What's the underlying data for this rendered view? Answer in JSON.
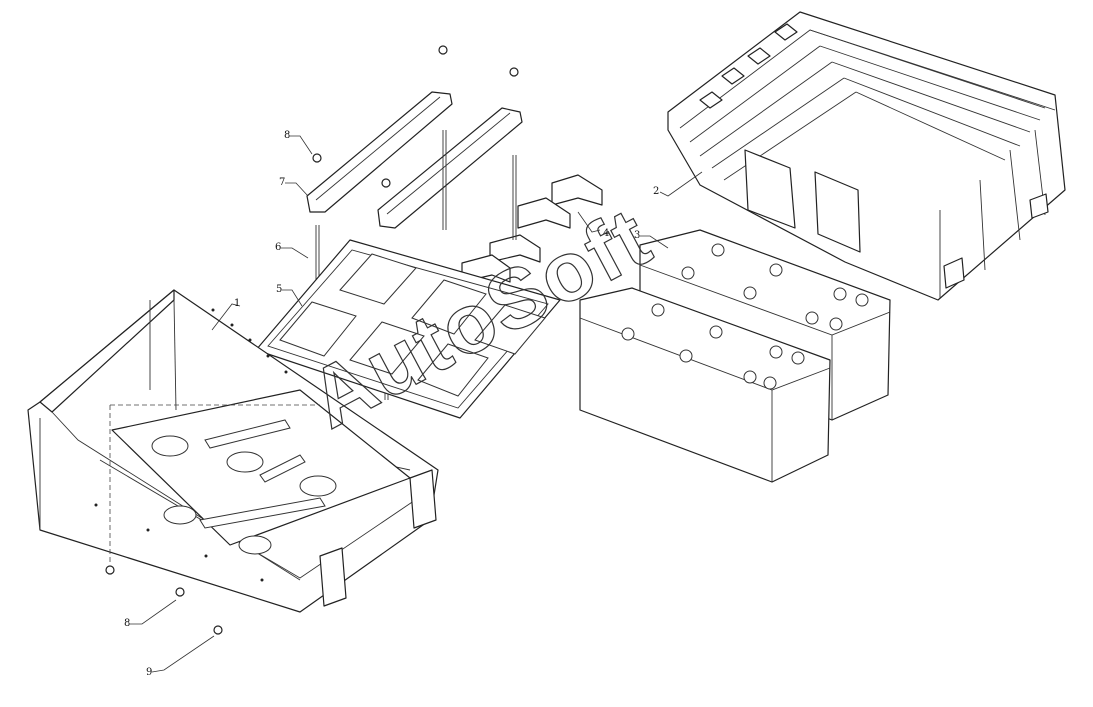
{
  "diagram": {
    "callouts": [
      {
        "id": "c1",
        "label": "1"
      },
      {
        "id": "c2",
        "label": "2"
      },
      {
        "id": "c3",
        "label": "3"
      },
      {
        "id": "c4",
        "label": "4"
      },
      {
        "id": "c5",
        "label": "5"
      },
      {
        "id": "c6",
        "label": "6"
      },
      {
        "id": "c7",
        "label": "7"
      },
      {
        "id": "c8a",
        "label": "8"
      },
      {
        "id": "c8b",
        "label": "8"
      },
      {
        "id": "c9",
        "label": "9"
      }
    ],
    "watermark": "AutoSoft"
  },
  "colors": {
    "line": "#222222",
    "background": "#ffffff"
  }
}
